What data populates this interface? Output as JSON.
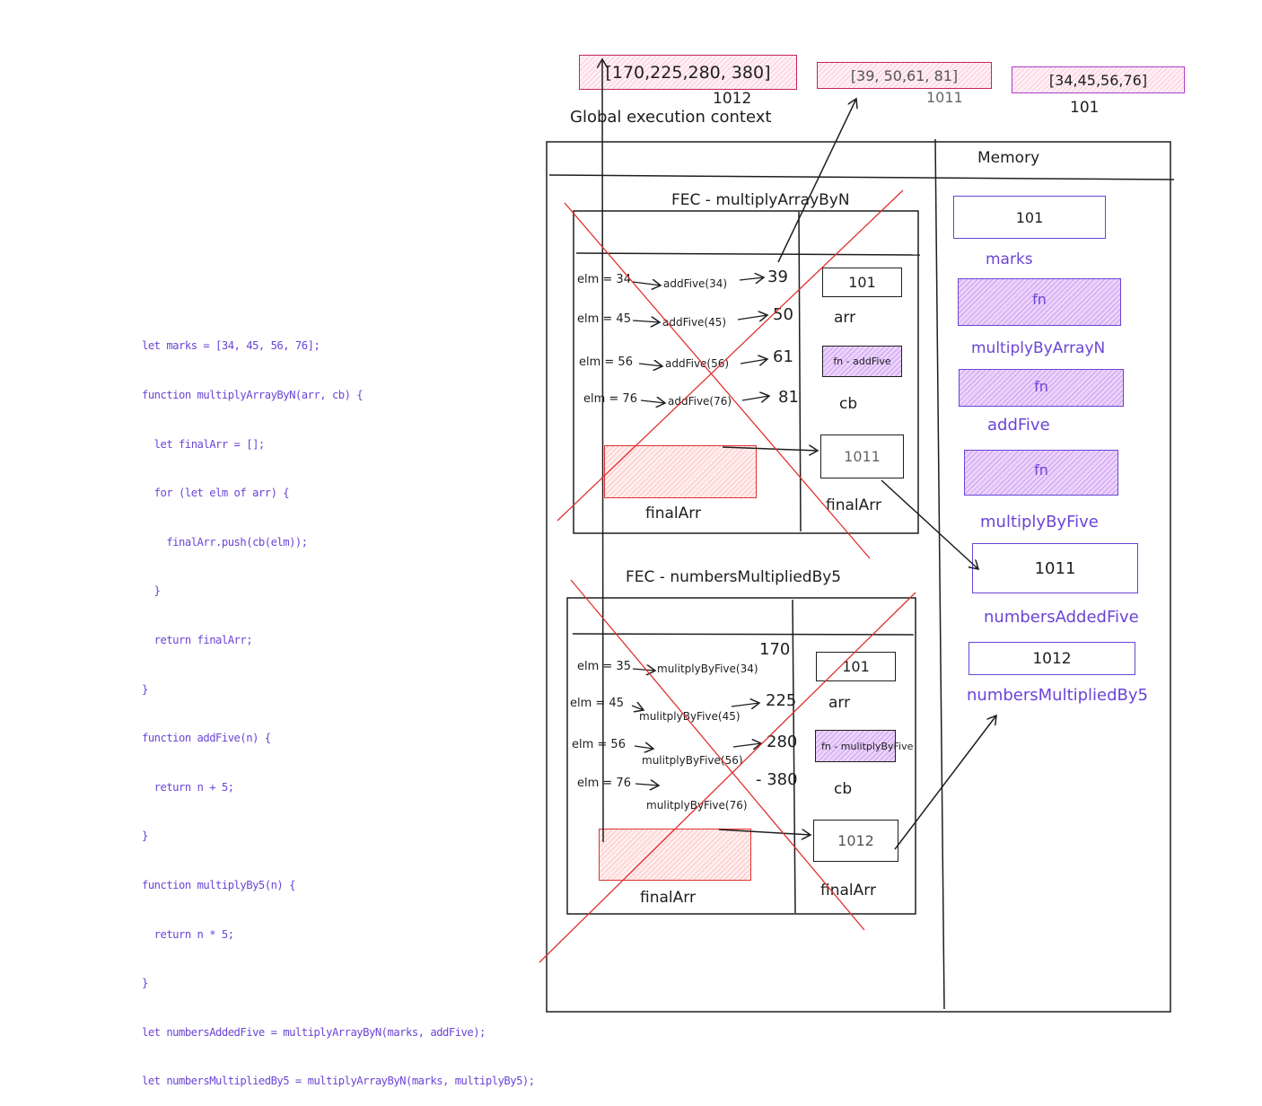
{
  "code_lines": [
    "let marks = [34, 45, 56, 76];",
    "function multiplyArrayByN(arr, cb) {",
    "  let finalArr = [];",
    "  for (let elm of arr) {",
    "    finalArr.push(cb(elm));",
    "  }",
    "  return finalArr;",
    "}",
    "function addFive(n) {",
    "  return n + 5;",
    "}",
    "function multiplyBy5(n) {",
    "  return n * 5;",
    "}",
    "let numbersAddedFive = multiplyArrayByN(marks, addFive);",
    "let numbersMultipliedBy5 = multiplyArrayByN(marks, multiplyBy5);"
  ],
  "heap": {
    "arr_1012": "[170,225,280, 380]",
    "addr_1012": "1012",
    "arr_1011": "[39, 50,61, 81]",
    "addr_1011": "1011",
    "arr_101": "[34,45,56,76]",
    "addr_101": "101"
  },
  "gec_title": "Global execution context",
  "memory": {
    "title": "Memory",
    "marks_addr": "101",
    "marks_label": "marks",
    "fn1": "fn",
    "fn1_label": "multiplyByArrayN",
    "fn2": "fn",
    "fn2_label": "addFive",
    "fn3": "fn",
    "fn3_label": "multiplyByFive",
    "added_addr": "1011",
    "added_label": "numbersAddedFive",
    "mult_addr": "1012",
    "mult_label": "numbersMultipliedBy5"
  },
  "fec1": {
    "title": "FEC - multiplyArrayByN",
    "rows": [
      {
        "left": "elm = 34",
        "call": "addFive(34)",
        "res": "39"
      },
      {
        "left": "elm = 45",
        "call": "addFive(45)",
        "res": "50"
      },
      {
        "left": "elm = 56",
        "call": "addFive(56)",
        "res": "61"
      },
      {
        "left": "elm = 76",
        "call": "addFive(76)",
        "res": "81"
      }
    ],
    "arr_addr": "101",
    "arr_label": "arr",
    "cb_value": "fn - addFive",
    "cb_label": "cb",
    "final_addr": "1011",
    "final_label": "finalArr",
    "final_arr_label": "finalArr"
  },
  "fec2": {
    "title": "FEC - numbersMultipliedBy5",
    "first_res": "170",
    "rows": [
      {
        "left": "elm = 35",
        "call": "mulitplyByFive(34)"
      },
      {
        "left": "elm = 45",
        "call": "mulitplyByFive(45)",
        "res": "225"
      },
      {
        "left": "elm = 56",
        "call": "mulitplyByFive(56)",
        "res": "280"
      },
      {
        "left": "elm = 76",
        "call": "mulitplyByFive(76)",
        "res": "- 380"
      }
    ],
    "arr_addr": "101",
    "arr_label": "arr",
    "cb_value": "fn - mulitplyByFive",
    "cb_label": "cb",
    "final_addr": "1012",
    "final_label": "finalArr",
    "final_arr_label": "finalArr"
  },
  "colors": {
    "ink": "#1e1e1e",
    "purple": "#6a45d6",
    "cross": "#e03131"
  }
}
